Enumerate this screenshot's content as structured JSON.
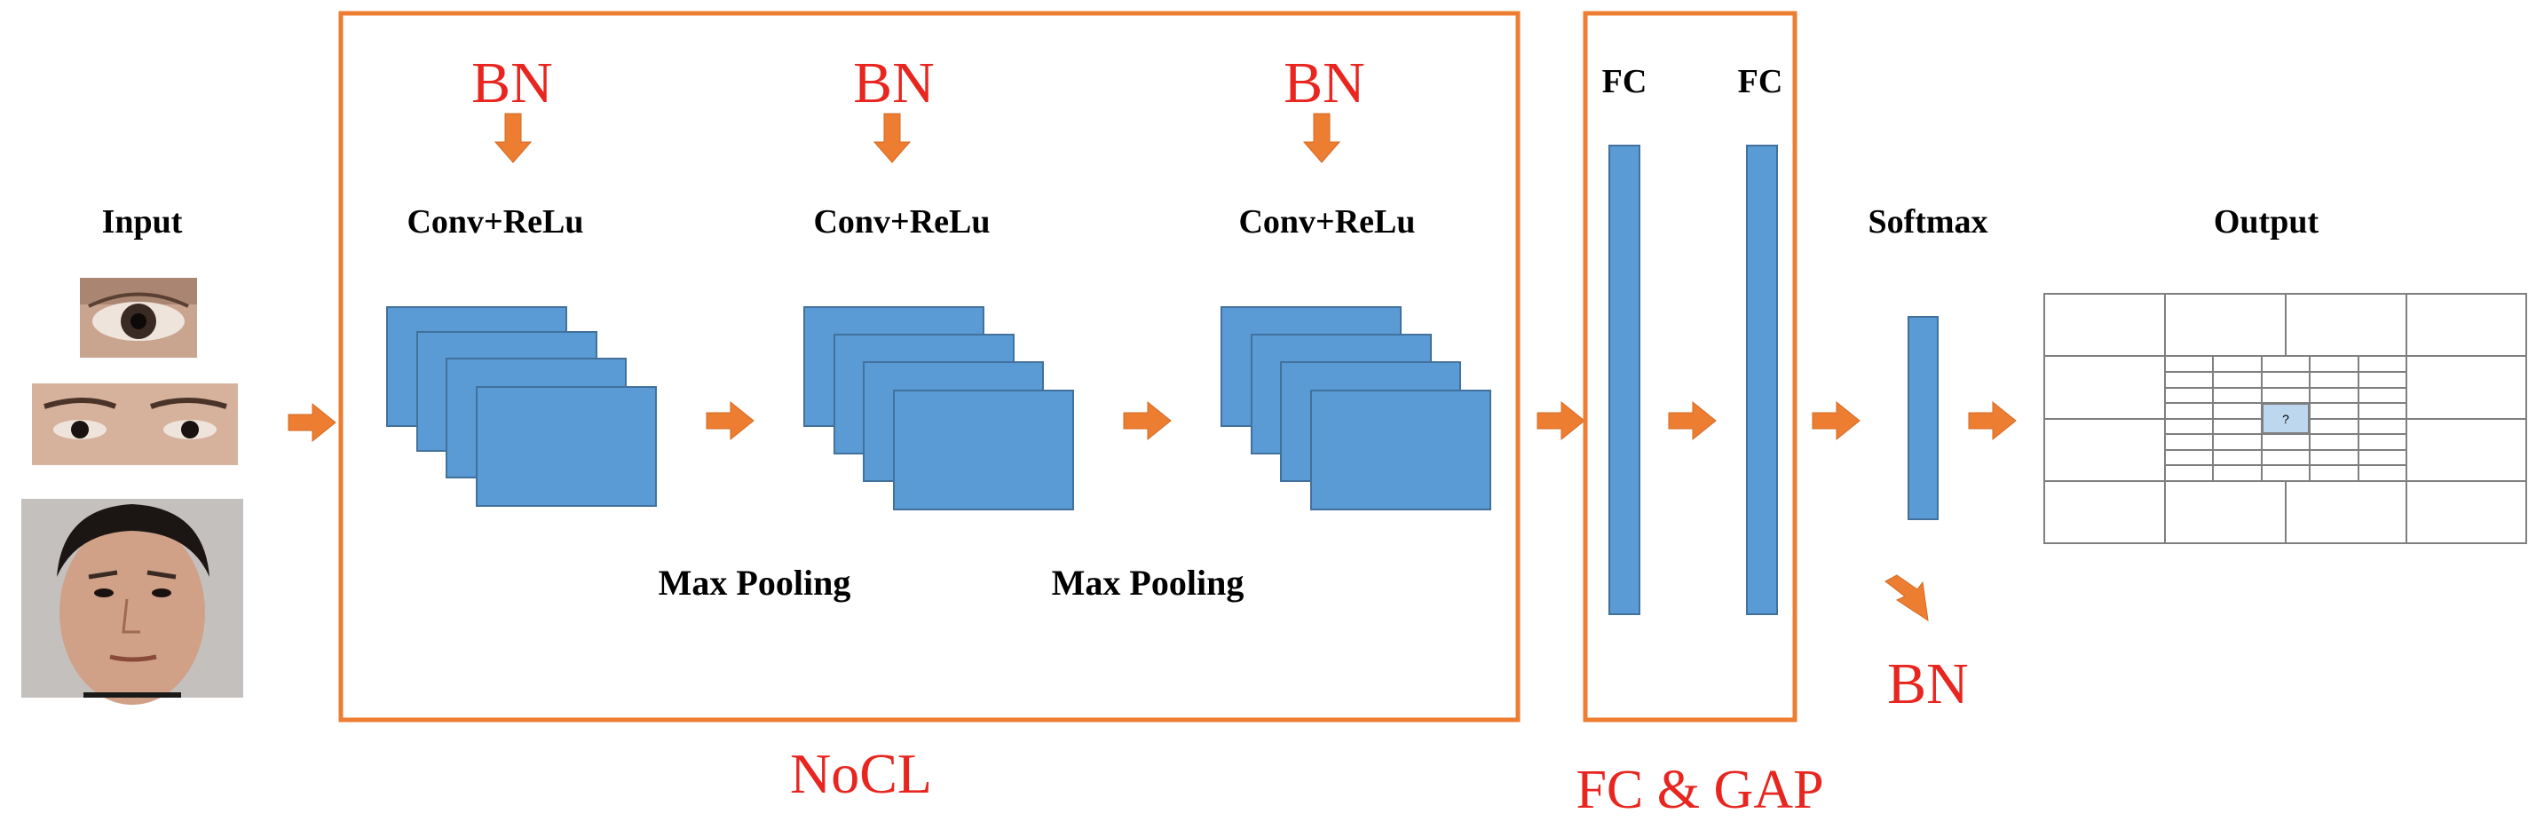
{
  "labels": {
    "input": "Input",
    "conv1": "Conv+ReLu",
    "conv2": "Conv+ReLu",
    "conv3": "Conv+ReLu",
    "maxpool1": "Max Pooling",
    "maxpool2": "Max Pooling",
    "fc1": "FC",
    "fc2": "FC",
    "softmax": "Softmax",
    "output": "Output",
    "bn1": "BN",
    "bn2": "BN",
    "bn3": "BN",
    "bn4": "BN",
    "nocl": "NoCL",
    "fcgap": "FC & GAP",
    "output_cell": "?"
  },
  "colors": {
    "accent": "#ed7d31",
    "block": "#5b9bd5",
    "annotation": "#e8251f"
  },
  "icons": [
    "single-eye-photo",
    "both-eyes-photo",
    "face-photo"
  ]
}
